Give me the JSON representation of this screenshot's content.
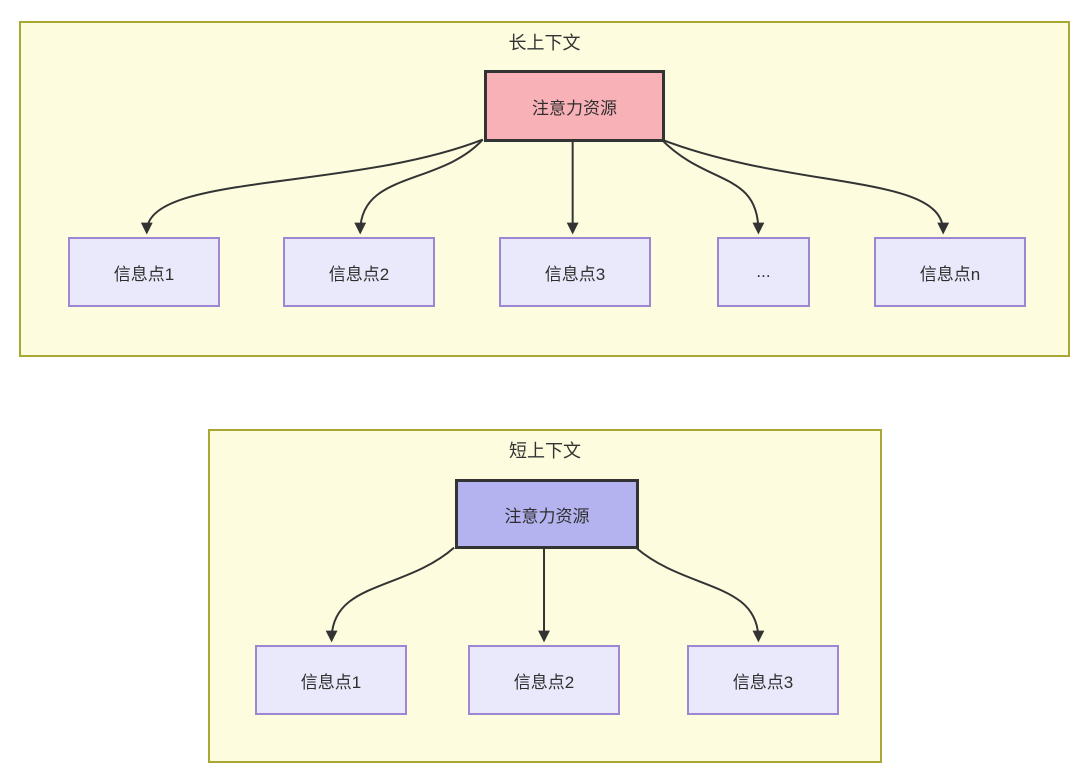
{
  "diagram": {
    "sections": [
      {
        "title": "长上下文",
        "attention_label": "注意力资源",
        "attention_fill": "#f9b1b8",
        "info_boxes": [
          "信息点1",
          "信息点2",
          "信息点3",
          "...",
          "信息点n"
        ]
      },
      {
        "title": "短上下文",
        "attention_label": "注意力资源",
        "attention_fill": "#b4b3f0",
        "info_boxes": [
          "信息点1",
          "信息点2",
          "信息点3"
        ]
      }
    ],
    "colors": {
      "section_background": "#fdfcdf",
      "section_border": "#a8a832",
      "attention_border": "#333333",
      "info_box_fill": "#e9e9fb",
      "info_box_border": "#9b87d2",
      "arrow": "#333333",
      "text": "#333333"
    }
  }
}
